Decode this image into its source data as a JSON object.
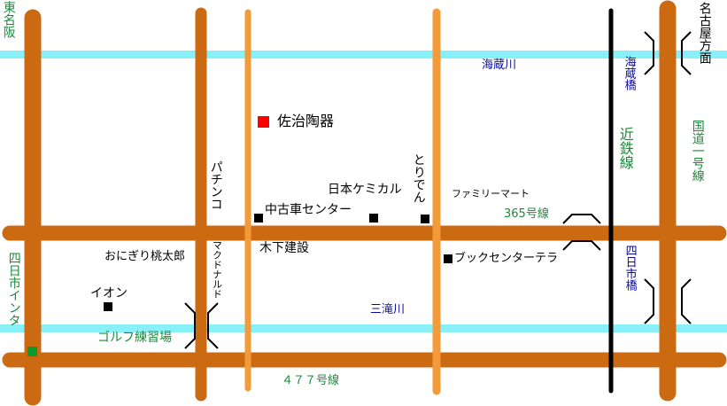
{
  "colors": {
    "road": "#cc6a12",
    "road_minor": "#f39a3a",
    "river": "#88f0f8",
    "railway": "#000000",
    "target": "#ff0000",
    "landmark": "#000000",
    "interchange": "#0b9a2e",
    "green_text": "#1a8a3a",
    "blue_text": "#0a0aa0"
  },
  "labels": {
    "higashi_meihan": "東名阪",
    "nagoya_direction": "名古屋方面",
    "kaizo_river": "海蔵川",
    "kaizo_bridge": "海蔵橋",
    "kintetsu_line": "近鉄線",
    "route1": "国道一号線",
    "saji_touki": "佐治陶器",
    "nihon_chemical": "日本ケミカル",
    "pachinko": "パチンコ",
    "toridenn": "とりでん",
    "familymart": "ファミリーマート",
    "used_car": "中古車センター",
    "route365": "365号線",
    "yokkaichi_bridge": "四日市橋",
    "kinoshita": "木下建設",
    "book_center": "ブックセンターテラ",
    "onigiri": "おにぎり桃太郎",
    "mcdonalds": "マクドナルド",
    "yokkaichi_ic": "四日市インタ",
    "aeon": "イオン",
    "mitaki_river": "三滝川",
    "golf": "ゴルフ練習場",
    "route477": "４７７号線"
  },
  "icons": {
    "target": "red-square-marker",
    "landmark": "black-square-marker",
    "interchange": "green-square-marker",
    "bridge": "bridge-bracket-symbol"
  }
}
